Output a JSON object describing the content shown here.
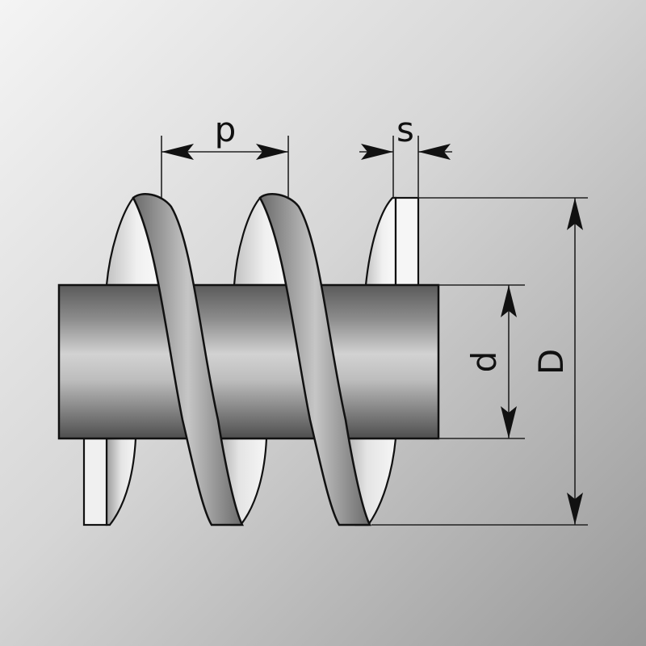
{
  "labels": {
    "pitch": "p",
    "thickness": "s",
    "shaft_diameter": "d",
    "outer_diameter": "D"
  },
  "colors": {
    "background_light": "#f2f2f2",
    "background_dark": "#9a9a9a",
    "outline": "#111111",
    "flight_face_light": "#f4f4f4",
    "flight_face_dark": "#c9c9c9",
    "steel_light": "#c8c8c8",
    "steel_dark": "#555555",
    "dimension_line": "#222222"
  }
}
